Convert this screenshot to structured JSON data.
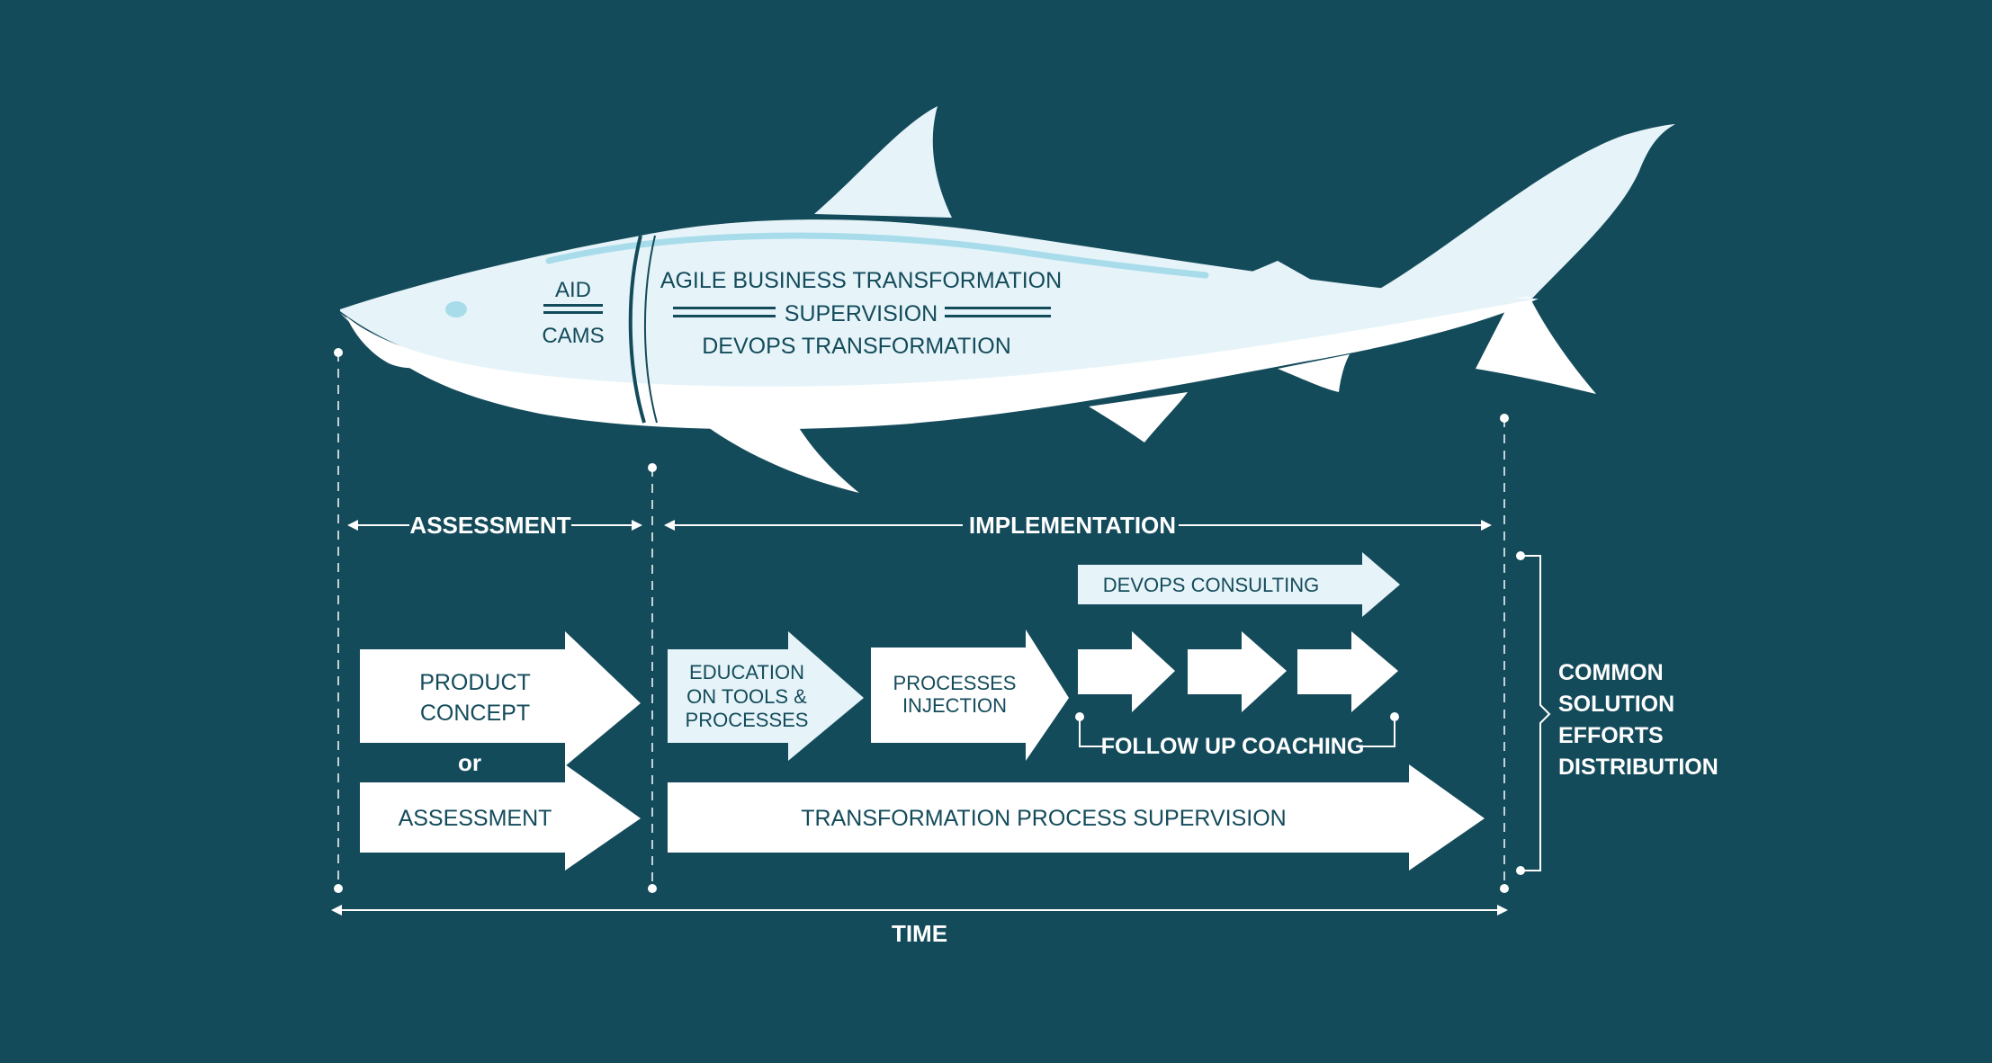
{
  "shark": {
    "left_label_top": "AID",
    "left_label_bottom": "CAMS",
    "line1": "AGILE BUSINESS TRANSFORMATION",
    "line2": "SUPERVISION",
    "line3": "DEVOPS TRANSFORMATION"
  },
  "phases": {
    "assessment": "ASSESSMENT",
    "implementation": "IMPLEMENTATION"
  },
  "arrows": {
    "product_concept": [
      "PRODUCT",
      "CONCEPT"
    ],
    "or": "or",
    "assessment": "ASSESSMENT",
    "education": [
      "EDUCATION",
      "ON TOOLS &",
      "PROCESSES"
    ],
    "processes_injection": [
      "PROCESSES",
      "INJECTION"
    ],
    "devops_consulting": "DEVOPS CONSULTING",
    "follow_up_coaching": "FOLLOW UP COACHING",
    "transformation_supervision": "TRANSFORMATION PROCESS SUPERVISION"
  },
  "bracket": {
    "lines": [
      "COMMON",
      "SOLUTION",
      "EFFORTS",
      "DISTRIBUTION"
    ]
  },
  "time_axis": {
    "label": "TIME"
  },
  "colors": {
    "background": "#144b5b",
    "shark_light": "#e6f4f9",
    "shark_white": "#ffffff",
    "accent": "#a8dcea"
  }
}
